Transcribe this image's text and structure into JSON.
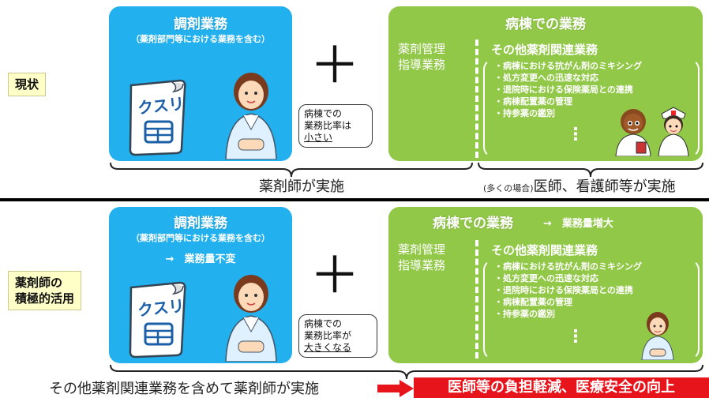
{
  "current": {
    "row_label": "現状",
    "dispensing": {
      "title": "調剤業務",
      "subtitle": "（薬剤部門等における業務を含む）"
    },
    "ward": {
      "title": "病棟での業務",
      "mgmt_line1": "薬剤管理",
      "mgmt_line2": "指導業務",
      "other_title": "その他薬剤関連業務",
      "items": [
        "病棟における抗がん剤のミキシング",
        "処方変更への迅速な対応",
        "退院時における保険薬局との連携",
        "病棟配置薬の管理",
        "持参薬の鑑別"
      ]
    },
    "ratio_line1": "病棟での",
    "ratio_line2": "業務比率は",
    "ratio_line3": "小さい",
    "pharmacist_label": "薬剤師が実施",
    "other_label_small": "(多くの場合)",
    "other_label": "医師、看護師等が実施"
  },
  "proposed": {
    "row_label_1": "薬剤師の",
    "row_label_2": "積極的活用",
    "dispensing": {
      "title": "調剤業務",
      "subtitle": "（薬剤部門等における業務を含む）",
      "note": "→　業務量不変"
    },
    "ward": {
      "title": "病棟での業務",
      "note": "→　業務量増大",
      "mgmt_line1": "薬剤管理",
      "mgmt_line2": "指導業務",
      "other_title": "その他薬剤関連業務",
      "items": [
        "病棟における抗がん剤のミキシング",
        "処方変更への迅速な対応",
        "退院時における保険薬局との連携",
        "病棟配置薬の管理",
        "持参薬の鑑別"
      ]
    },
    "ratio_line1": "病棟での",
    "ratio_line2": "業務比率が",
    "ratio_line3": "大きくなる",
    "bottom_text": "その他薬剤関連業務を含めて薬剤師が実施",
    "result": "医師等の負担軽減、医療安全の向上"
  },
  "plus": "＋",
  "kusuri": "クスリ",
  "dots": "⋮",
  "colors": {
    "blue": "#22b0ee",
    "green": "#92c848",
    "label_bg": "#ffffc8",
    "result_red": "#e8141c"
  },
  "icons": [
    "medicine-bag-icon",
    "pharmacist-icon",
    "doctor-icon",
    "nurse-icon"
  ]
}
